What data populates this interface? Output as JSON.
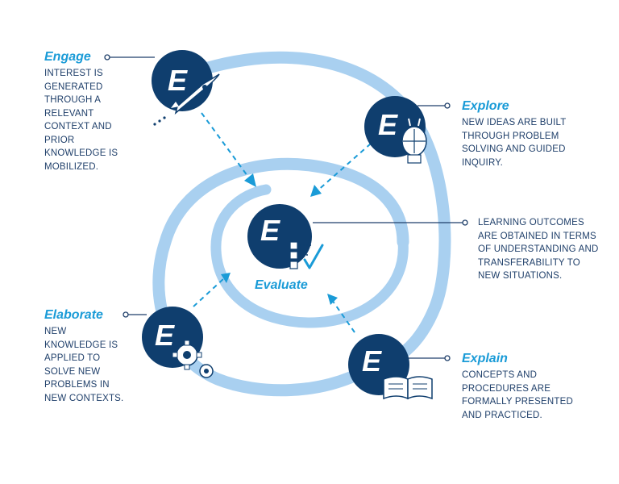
{
  "colors": {
    "navy": "#0f3e6e",
    "ring": "#a9d0f0",
    "accent": "#1a9bd7",
    "text": "#1f3f6a"
  },
  "stages": {
    "engage": {
      "badge": "E",
      "title": "Engage",
      "description": "INTEREST IS GENERATED THROUGH A RELEVANT CONTEXT AND PRIOR KNOWLEDGE IS MOBILIZED.",
      "icon": "rocket-icon"
    },
    "explore": {
      "badge": "E",
      "title": "Explore",
      "description": "NEW IDEAS ARE BUILT THROUGH PROBLEM SOLVING AND GUIDED INQUIRY.",
      "icon": "lightbulb-puzzle-icon"
    },
    "elaborate": {
      "badge": "E",
      "title": "Elaborate",
      "description": "NEW KNOWLEDGE IS APPLIED TO SOLVE NEW PROBLEMS IN NEW CONTEXTS.",
      "icon": "gears-icon"
    },
    "explain": {
      "badge": "E",
      "title": "Explain",
      "description": "CONCEPTS AND PROCEDURES ARE FORMALLY PRESENTED AND PRACTICED.",
      "icon": "open-book-icon"
    },
    "evaluate": {
      "badge": "E",
      "title": "Evaluate",
      "description": "LEARNING OUTCOMES ARE OBTAINED IN TERMS OF UNDERSTANDING AND TRANSFERABILITY TO NEW SITUATIONS.",
      "icon": "checklist-icon"
    }
  }
}
